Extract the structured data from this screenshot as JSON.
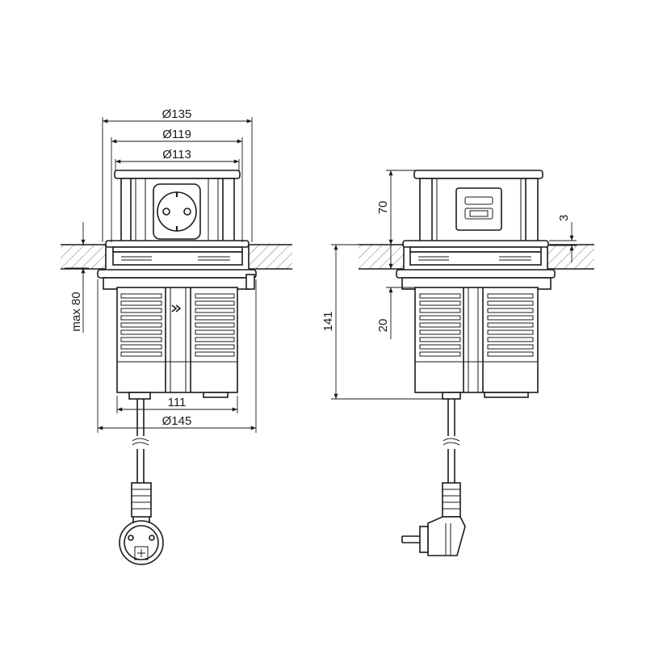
{
  "left_view": {
    "dims": {
      "d135": "Ø135",
      "d119": "Ø119",
      "d113": "Ø113",
      "max80": "max 80",
      "w111": "111",
      "d145": "Ø145"
    }
  },
  "right_view": {
    "dims": {
      "h70": "70",
      "h3": "3",
      "h141": "141",
      "h20": "20"
    }
  },
  "colors": {
    "line": "#1a1a1a",
    "hatch": "#555555",
    "background": "#ffffff"
  },
  "icons": [
    "schuko-socket-icon",
    "usb-port-icon",
    "schuko-plug-icon",
    "chevron-right-icon"
  ]
}
